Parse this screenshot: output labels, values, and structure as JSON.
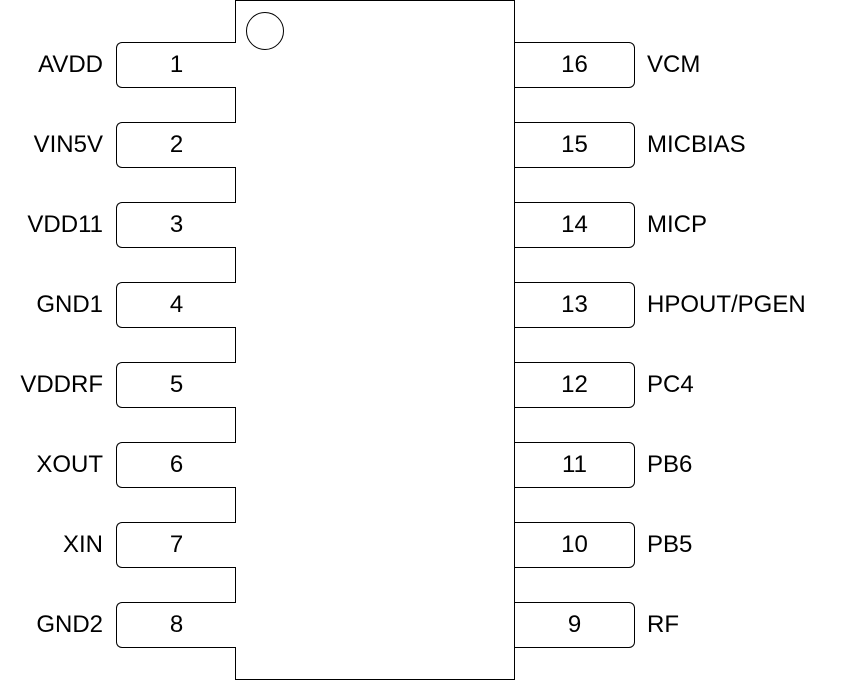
{
  "left_pins": [
    {
      "number": "1",
      "name": "AVDD"
    },
    {
      "number": "2",
      "name": "VIN5V"
    },
    {
      "number": "3",
      "name": "VDD11"
    },
    {
      "number": "4",
      "name": "GND1"
    },
    {
      "number": "5",
      "name": "VDDRF"
    },
    {
      "number": "6",
      "name": "XOUT"
    },
    {
      "number": "7",
      "name": "XIN"
    },
    {
      "number": "8",
      "name": "GND2"
    }
  ],
  "right_pins": [
    {
      "number": "16",
      "name": "VCM"
    },
    {
      "number": "15",
      "name": "MICBIAS"
    },
    {
      "number": "14",
      "name": "MICP"
    },
    {
      "number": "13",
      "name": "HPOUT/PGEN"
    },
    {
      "number": "12",
      "name": "PC4"
    },
    {
      "number": "11",
      "name": "PB6"
    },
    {
      "number": "10",
      "name": "PB5"
    },
    {
      "number": "9",
      "name": "RF"
    }
  ]
}
